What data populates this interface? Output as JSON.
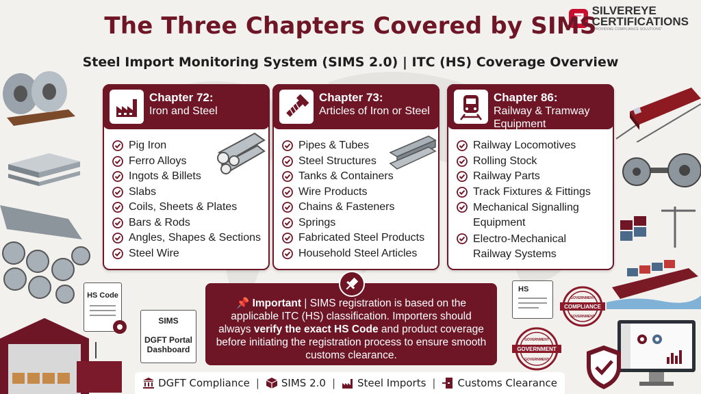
{
  "header": {
    "title": "The Three Chapters Covered by SIMS",
    "subtitle": "Steel Import Monitoring System (SIMS 2.0) | ITC (HS) Coverage Overview"
  },
  "logo": {
    "brand_line1": "SILVEREYE",
    "brand_line2": "CERTIFICATIONS",
    "tagline": "\"PROVIDING COMPLIANCE SOLUTIONS\""
  },
  "chapters": [
    {
      "title": "Chapter 72:",
      "subtitle": "Iron and Steel",
      "icon": "factory-icon",
      "items": [
        "Pig Iron",
        "Ferro Alloys",
        "Ingots & Billets",
        "Slabs",
        "Coils, Sheets & Plates",
        "Bars & Rods",
        "Angles, Shapes & Sections",
        "Steel Wire"
      ]
    },
    {
      "title": "Chapter 73:",
      "subtitle": "Articles of Iron or Steel",
      "icon": "bolt-icon",
      "items": [
        "Pipes & Tubes",
        "Steel Structures",
        "Tanks & Containers",
        "Wire Products",
        "Chains & Fasteners",
        "Springs",
        "Fabricated Steel Products",
        "Household Steel Articles"
      ]
    },
    {
      "title": "Chapter 86:",
      "subtitle": "Railway & Tramway Equipment",
      "icon": "train-icon",
      "items": [
        "Railway Locomotives",
        "Rolling Stock",
        "Railway Parts",
        "Track Fixtures & Fittings",
        "Mechanical Signalling Equipment",
        "Electro-Mechanical Railway Systems"
      ]
    }
  ],
  "important": {
    "label": "Important",
    "text_a": " | SIMS registration is based on the applicable ITC (HS) classification. Importers should always ",
    "emphasis": "verify the exact HS Code",
    "text_b": " and product coverage before initiating the registration process to ensure smooth customs clearance."
  },
  "footer": [
    "DGFT Compliance",
    "SIMS 2.0",
    "Steel Imports",
    "Customs Clearance"
  ],
  "labels": {
    "hs_code_doc": "HS Code",
    "sims_doc_title": "SIMS",
    "sims_doc_sub": "DGFT Portal Dashboard",
    "hs_doc": "HS",
    "stamp_1_top": "GOVERNMENT",
    "stamp_1_mid": "COMPLIANCE",
    "stamp_1_bot": "GOVERNMENT",
    "stamp_2_top": "GOVERNMENT",
    "stamp_2_mid": "GOVERNMENT",
    "stamp_2_bot": "GOVERNMENT"
  },
  "colors": {
    "maroon": "#6e1526",
    "brand_red": "#c8102e",
    "check": "#6e1526"
  }
}
